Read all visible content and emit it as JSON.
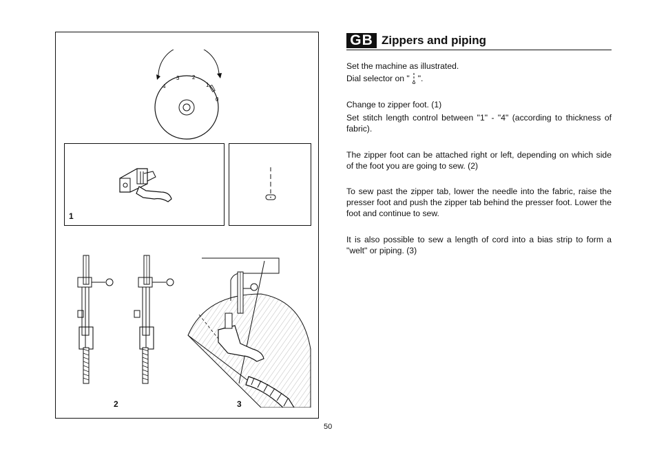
{
  "header": {
    "badge": "GB",
    "title": "Zippers and piping"
  },
  "paragraphs": {
    "p1": "Set the machine as illustrated.",
    "p2_before": "Dial selector on \"",
    "p2_after": "\".",
    "p3": "Change to zipper foot. (1)",
    "p4": "Set stitch length control between \"1\" - \"4\" (according to thickness of fabric).",
    "p5": "The zipper foot can be attached right or left, depending on which side of the foot you are going to sew. (2)",
    "p6": "To sew past the zipper tab, lower the needle into the fabric, raise the presser foot and push the zipper tab behind the presser foot. Lower the foot and continue to sew.",
    "p7": "It is also possible to sew a length of cord into a bias strip to form a \"welt\" or piping. (3)"
  },
  "dial": {
    "marks": [
      "4",
      "3",
      "2",
      "1",
      "0"
    ]
  },
  "figures": {
    "fig1": "1",
    "fig2": "2",
    "fig3": "3"
  },
  "page_number": "50",
  "icons": {
    "dial_selector_symbol": "straight-stitch-icon",
    "dial": "stitch-length-dial-icon"
  }
}
